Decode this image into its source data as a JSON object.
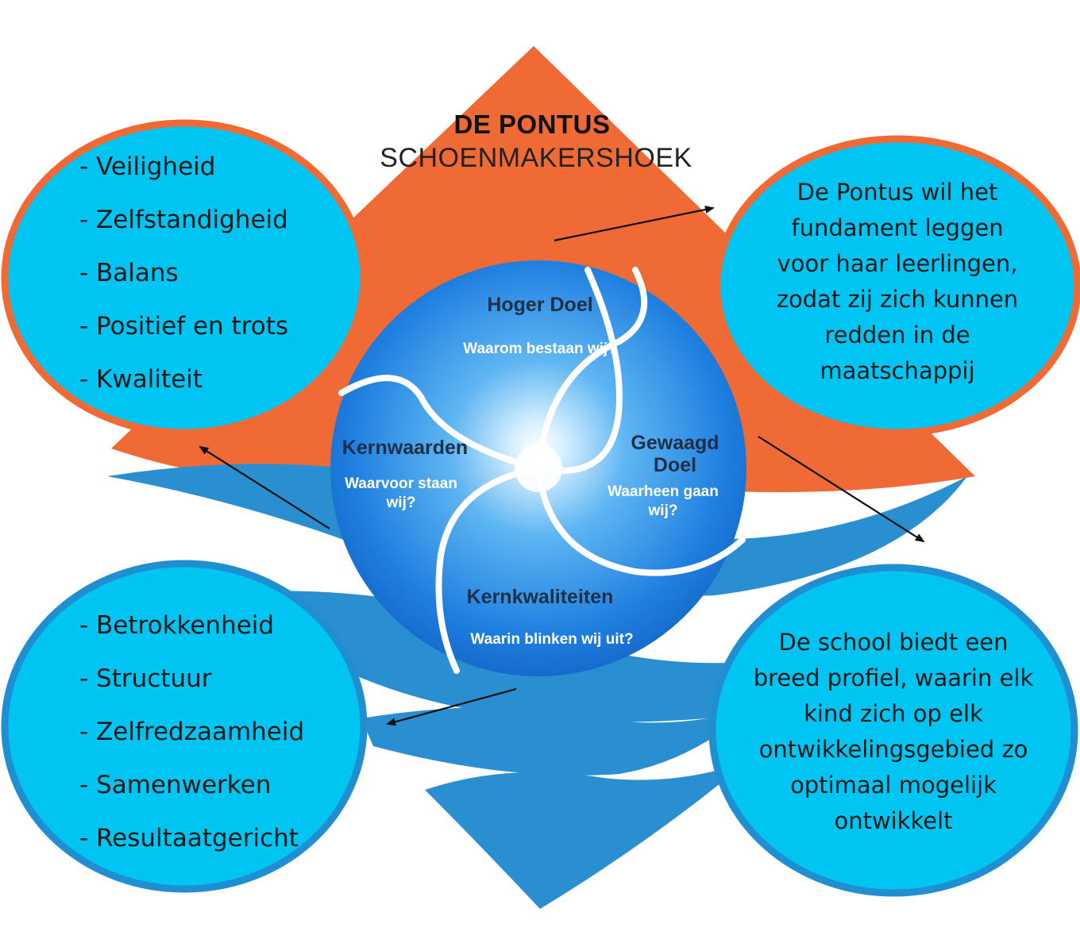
{
  "header": {
    "title": "DE PONTUS",
    "subtitle": "SCHOENMAKERSHOEK"
  },
  "colors": {
    "orange": "#f06a35",
    "cyan": "#00c4f1",
    "blue_wave": "#2a8fd0",
    "bubble_border_blue": "#1f8fd2",
    "globe_blue": "#1f7fe0"
  },
  "globe": {
    "segments": [
      {
        "heading": "Hoger Doel",
        "question": "Waarom bestaan wij?"
      },
      {
        "heading": "Kernwaarden",
        "question": "Waarvoor staan wij?"
      },
      {
        "heading": "Gewaagd Doel",
        "question": "Waarheen gaan wij?"
      },
      {
        "heading": "Kernkwaliteiten",
        "question": "Waarin blinken wij uit?"
      }
    ]
  },
  "bubbles": {
    "top_left_items": [
      "- Veiligheid",
      "- Zelfstandigheid",
      "- Balans",
      "- Positief en trots",
      "- Kwaliteit"
    ],
    "bottom_left_items": [
      "- Betrokkenheid",
      "- Structuur",
      "- Zelfredzaamheid",
      "- Samenwerken",
      "- Resultaatgericht"
    ],
    "top_right_text": "De Pontus wil het fundament leggen voor haar leerlingen, zodat zij zich kunnen redden in de maatschappij",
    "bottom_right_text": "De school biedt een breed profiel, waarin elk kind zich op elk ontwikkelingsgebied zo optimaal mogelijk ontwikkelt"
  }
}
